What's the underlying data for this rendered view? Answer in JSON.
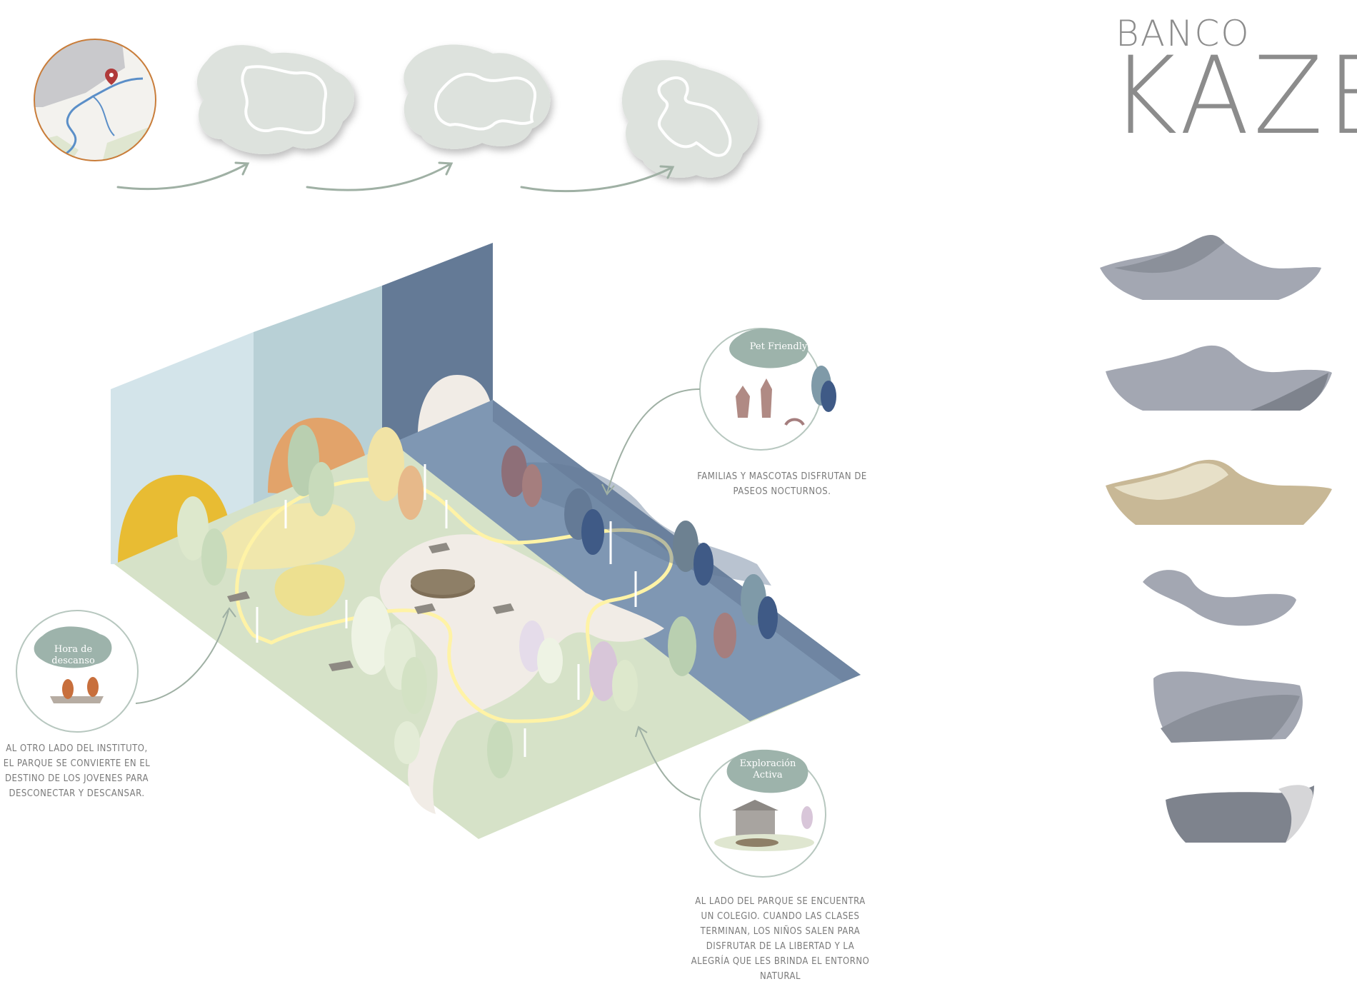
{
  "title": {
    "line1": "BANCO",
    "line2": "KAZE"
  },
  "callouts": {
    "pet": {
      "label": "Pet Friendly",
      "caption": "Familias y mascotas disfrutan de paseos nocturnos."
    },
    "rest": {
      "label": "Hora de descanso",
      "caption": "Al otro lado del instituto, el parque se convierte en el destino de los jovenes para desconectar y descansar."
    },
    "explore": {
      "label_line1": "Exploración",
      "label_line2": "Activa",
      "caption": "Al lado del parque se encuentra un colegio. Cuando las clases terminan, los niños salen para disfrutar de la libertad y la alegría que les brinda el entorno natural"
    }
  },
  "colors": {
    "sky_light": "#d3e4ea",
    "sky_mid": "#b8d0d6",
    "night": "#647a96",
    "grass": "#d6e2c8",
    "path": "#f1ece6",
    "night_ground": "#7f97b3",
    "yellow_sun": "#e8bc33",
    "orange_sun": "#e2a36a",
    "trail": "#fff3a6",
    "bench_grey": "#a3a7b2",
    "bench_dark": "#7e838d",
    "bench_tan": "#c8b896"
  }
}
